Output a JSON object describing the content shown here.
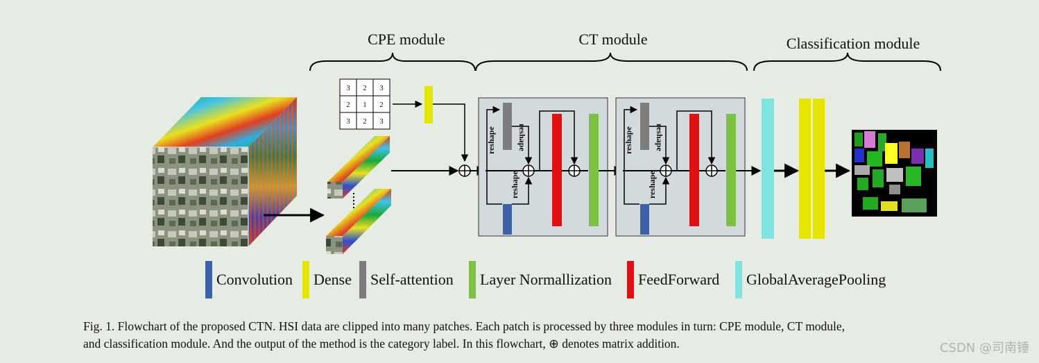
{
  "modules": {
    "cpe": "CPE module",
    "ct": "CT module",
    "classification": "Classification module"
  },
  "grid": [
    "3",
    "2",
    "3",
    "2",
    "1",
    "2",
    "3",
    "2",
    "3"
  ],
  "reshape_label": "reshape",
  "legend": [
    {
      "label": "Convolution",
      "color": "#3b62aa"
    },
    {
      "label": "Dense",
      "color": "#e5e500"
    },
    {
      "label": "Self-attention",
      "color": "#7d7d7d"
    },
    {
      "label": "Layer Normallization",
      "color": "#7dc142"
    },
    {
      "label": "FeedForward",
      "color": "#e01010"
    },
    {
      "label": "GlobalAveragePooling",
      "color": "#7fe4e0"
    }
  ],
  "caption": {
    "line1": "Fig. 1.   Flowchart of the proposed CTN. HSI data are clipped into many patches. Each patch is processed by three modules in turn: CPE module, CT module,",
    "line2": "and classification module. And the output of the method is the category label. In this flowchart, ⊕ denotes matrix addition."
  },
  "watermark": "CSDN @司南锤"
}
